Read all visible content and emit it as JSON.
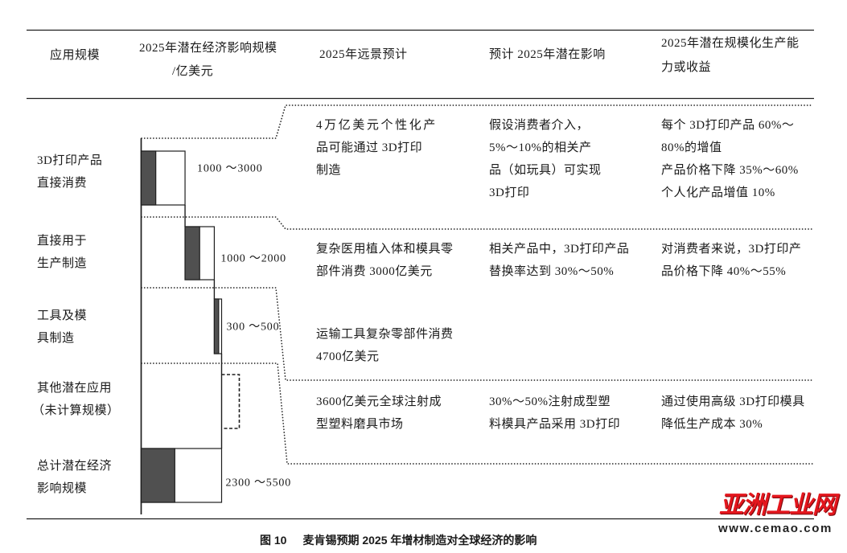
{
  "header": {
    "scale": "应用规模",
    "impact": [
      "2025年潜在经济影响规模",
      "/亿美元"
    ],
    "vision": "2025年远景预计",
    "potential": "预计 2025年潜在影响",
    "capacity": [
      "2025年潜在规模化生产能",
      "力或收益"
    ]
  },
  "rows": [
    {
      "vision": [
        "4万亿美元个性化产",
        "品可能通过 3D打印",
        "制造"
      ],
      "potential": [
        "假设消费者介入，",
        "5%～10%的相关产",
        "品（如玩具）可实现",
        "3D打印"
      ],
      "capacity": [
        "每个 3D打印产品 60%～",
        "80%的增值",
        "产品价格下降 35%～60%",
        "个人化产品增值 10%"
      ]
    },
    {
      "vision": [
        "复杂医用植入体和模具零",
        "部件消费 3000亿美元"
      ],
      "potential": [
        "相关产品中，3D打印产品",
        "替换率达到 30%～50%"
      ],
      "capacity": [
        "对消费者来说，3D打印产",
        "品价格下降 40%～55%"
      ]
    },
    {
      "vision": [
        "运输工具复杂零部件消费",
        "4700亿美元"
      ]
    },
    {
      "vision": [
        "3600亿美元全球注射成",
        "型塑料磨具市场"
      ],
      "potential": [
        "30%～50%注射成型塑",
        "料模具产品采用 3D打印"
      ],
      "capacity": [
        "通过使用高级 3D打印模具",
        "降低生产成本 30%"
      ]
    }
  ],
  "chart_data": {
    "type": "bar",
    "orientation": "horizontal",
    "layout": "waterfall",
    "categories": [
      [
        "3D打印产品",
        "直接消费"
      ],
      [
        "直接用于",
        "生产制造"
      ],
      [
        "工具及模",
        "具制造"
      ],
      [
        "其他潜在应用",
        "（未计算规模）"
      ],
      [
        "总计潜在经济",
        "影响规模"
      ]
    ],
    "bars": [
      {
        "low": 1000,
        "high": 3000,
        "label": "1000 ～3000"
      },
      {
        "low": 1000,
        "high": 2000,
        "label": "1000 ～2000"
      },
      {
        "low": 300,
        "high": 500,
        "label": "300 ～500"
      },
      {
        "low": null,
        "high": null,
        "style": "dashed"
      },
      {
        "low": 2300,
        "high": 5500,
        "label": "2300 ～5500"
      }
    ]
  },
  "caption": {
    "number": "图 10",
    "title": "麦肯锡预期 2025 年增材制造对全球经济的影响"
  },
  "watermark": {
    "logo": "亚洲工业网",
    "url": "www.cemao.com"
  },
  "colors": {
    "bar_low_fill": "#505050",
    "rule": "#1e1e1e",
    "watermark_red": "#e4161d"
  }
}
